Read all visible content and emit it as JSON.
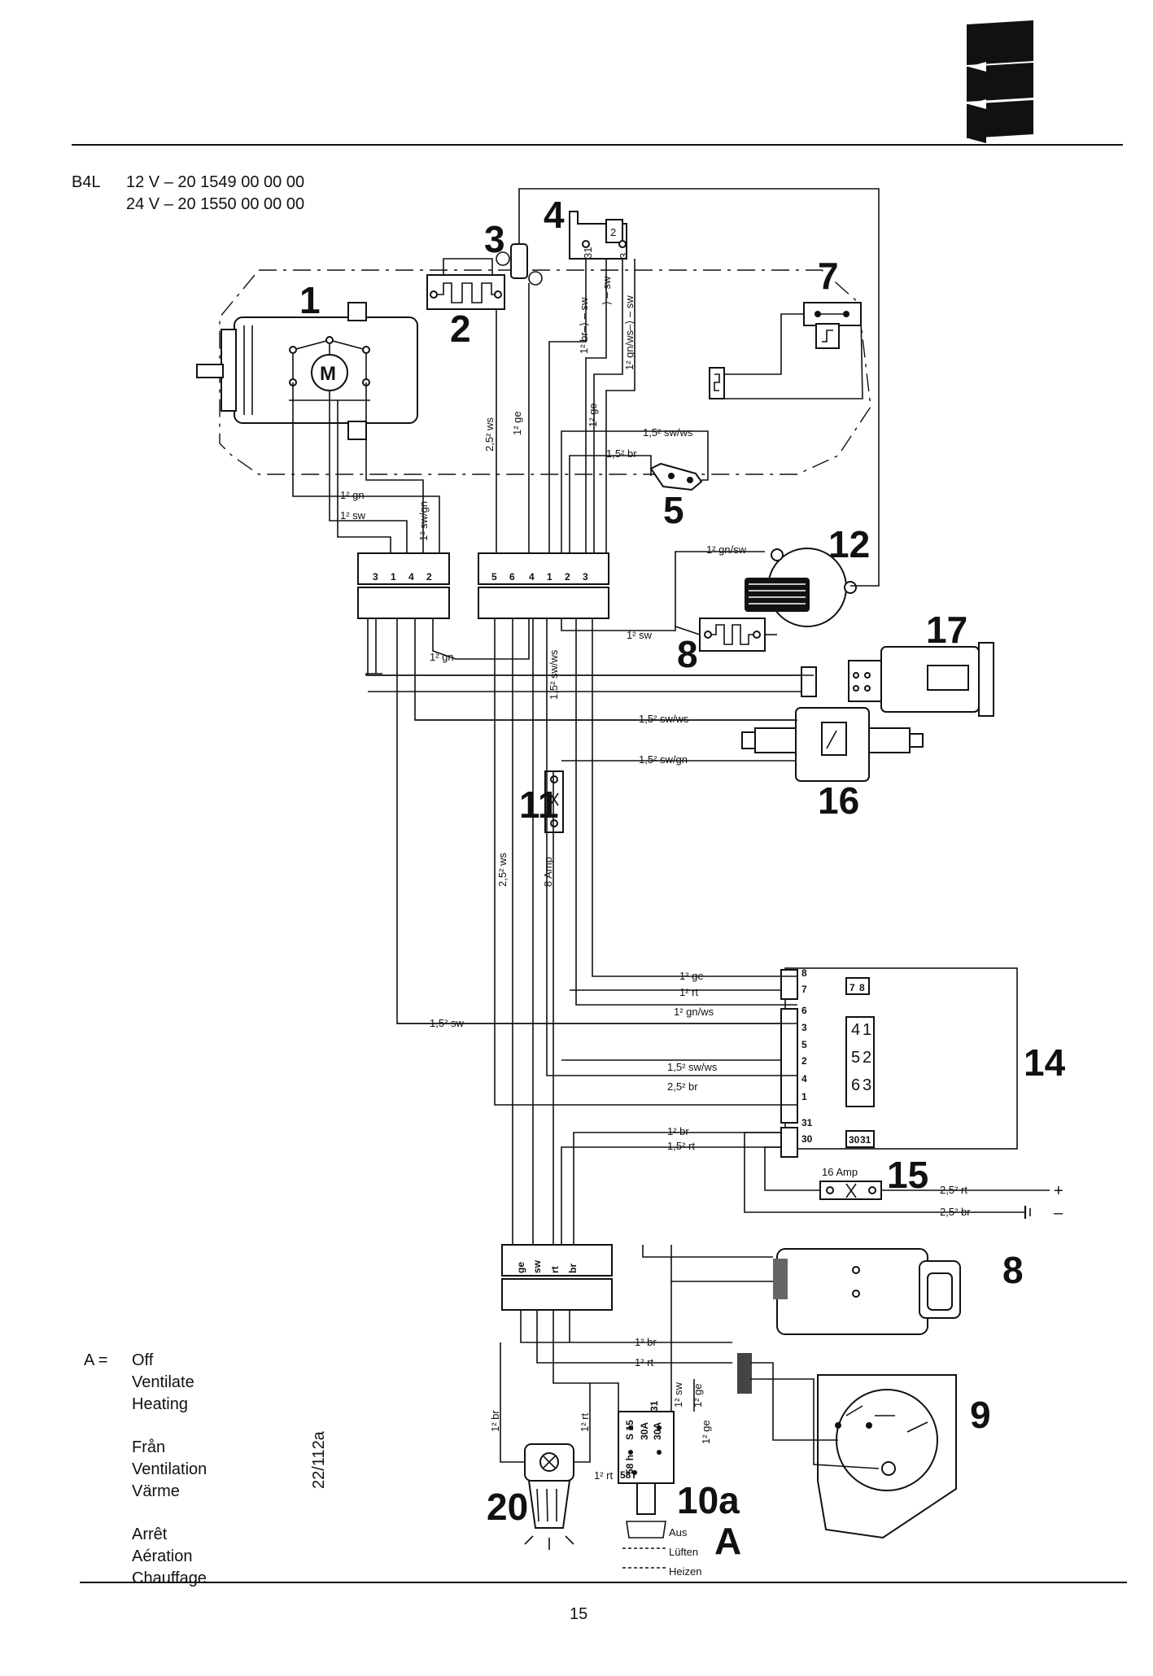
{
  "header": {
    "model": "B4L",
    "line1": "12 V – 20 1549 00 00 00",
    "line2": "24 V – 20 1550 00 00 00"
  },
  "components": {
    "c1": "1",
    "c2": "2",
    "c3": "3",
    "c4": "4",
    "c5": "5",
    "c7": "7",
    "c8a": "8",
    "c8b": "8",
    "c9": "9",
    "c10a": "10a",
    "c11": "11",
    "c12": "12",
    "c14": "14",
    "c15": "15",
    "c16": "16",
    "c17": "17",
    "c20": "20",
    "cA": "A",
    "motor": "M"
  },
  "wire_labels": {
    "gn1": "1² gn",
    "sw1": "1² sw",
    "swgn": "1² sw/gn",
    "gn2": "1² gn",
    "ws25a": "2,5² ws",
    "ge1": "1² ge",
    "ge2": "1² ge",
    "br_sw": "1² br–⟩ – sw",
    "sw_b": "⟩ – sw",
    "gnws_sw": "1² gn/ws–⟩ – sw",
    "swws15a": "1,5² sw/ws",
    "br15a": "1,5² br",
    "gnsw": "1² gn/sw",
    "sw8": "1² sw",
    "swws15b": "1,5² sw/ws",
    "swws15c": "1,5² sw/ws",
    "swgn15": "1,5² sw/gn",
    "ws25b": "2,5² ws",
    "amp8": "8 Amp",
    "sw15": "1,5² sw",
    "r14_ge": "1² ge",
    "r14_rt": "1² rt",
    "r14_gnws": "1² gn/ws",
    "r14_swws": "1,5² sw/ws",
    "r14_br": "2,5² br",
    "r14_br1": "1² br",
    "r14_rt15": "1,5² rt",
    "amp16": "16 Amp",
    "rt25": "2,5² rt",
    "br25": "2,5² br",
    "plus": "+",
    "minus": "–",
    "br_low": "1² br",
    "rt_low": "1² rt",
    "br_v": "1² br",
    "rt_v": "1² rt",
    "sw_v": "1² sw",
    "ge_v": "1² ge",
    "ge_v2": "1² ge",
    "rt_10a": "1² rt"
  },
  "connectors": {
    "left_pins": [
      "3",
      "1",
      "4",
      "2"
    ],
    "mid_pins": [
      "5",
      "6",
      "4",
      "1",
      "2",
      "3"
    ],
    "bottom_pins": [
      "ge",
      "sw",
      "rt",
      "br"
    ],
    "relay14_pins": [
      "8",
      "7",
      "6",
      "3",
      "5",
      "2",
      "4",
      "1",
      "31",
      "30"
    ],
    "relay14_blocks": [
      "7",
      "8",
      "4",
      "1",
      "5",
      "2",
      "6",
      "3",
      "30",
      "31"
    ]
  },
  "switch_positions": {
    "aus": "Aus",
    "lueften": "Lüften",
    "heizen": "Heizen"
  },
  "switch_terms": [
    "S 15",
    "30A",
    "30A",
    "58T",
    "58 h",
    "31"
  ],
  "legend": {
    "key": "A =",
    "lines": [
      "Off",
      "Ventilate",
      "Heating",
      "Från",
      "Ventilation",
      "Värme",
      "Arrêt",
      "Aération",
      "Chauffage"
    ]
  },
  "ref": "22/112a",
  "page_number": "15"
}
